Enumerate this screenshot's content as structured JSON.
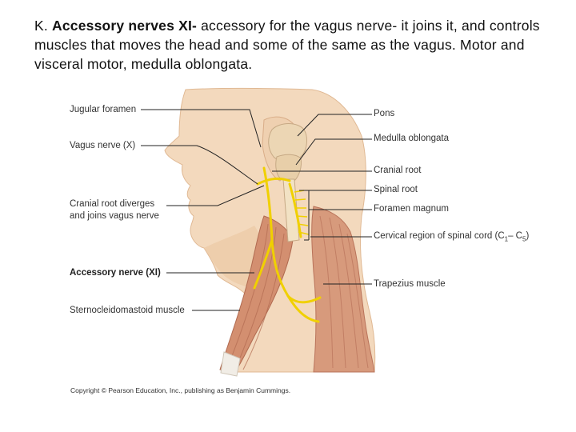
{
  "heading": {
    "lead": "K. ",
    "bold": "Accessory nerves XI-",
    "rest": " accessory for the vagus nerve- it joins it, and controls muscles that moves the head and some of the same as the vagus.  Motor and visceral motor, medulla oblongata."
  },
  "labels_left": {
    "jugular": "Jugular foramen",
    "vagus": "Vagus nerve (X)",
    "cranial_root_line1": "Cranial root diverges",
    "cranial_root_line2": "and joins vagus nerve",
    "accessory": "Accessory nerve (XI)",
    "sternocleidomastoid": "Sternocleidomastoid muscle"
  },
  "labels_right": {
    "pons": "Pons",
    "medulla": "Medulla oblongata",
    "cranial_root": "Cranial root",
    "spinal_root": "Spinal root",
    "foramen_magnum": "Foramen magnum",
    "cervical_region": "Cervical region of spinal cord (C",
    "c1": "1",
    "dash": "– C",
    "c5": "5",
    "close": ")",
    "trapezius": "Trapezius muscle"
  },
  "copyright": "Copyright © Pearson Education, Inc., publishing as Benjamin Cummings.",
  "colors": {
    "skin": "#f3d9bd",
    "skin_shade": "#e6bf9c",
    "muscle": "#d79a7c",
    "muscle_dark": "#b9735a",
    "nerve": "#f0d000",
    "brainstem": "#ecd6b4",
    "leader": "#222222"
  }
}
